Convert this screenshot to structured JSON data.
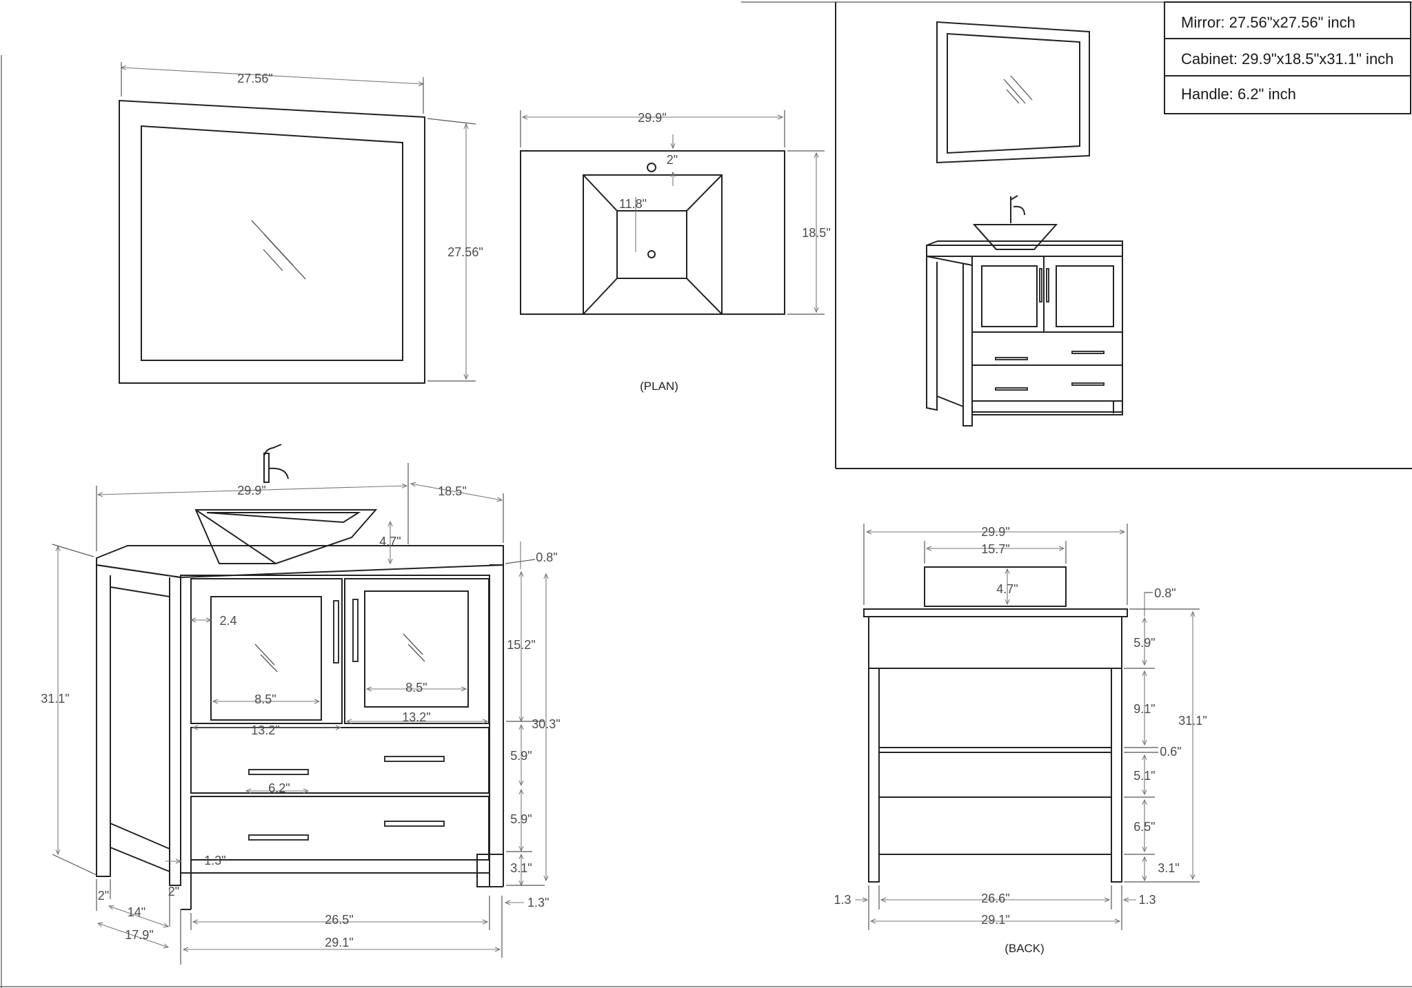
{
  "specs": {
    "mirror": "Mirror: 27.56\"x27.56\"  inch",
    "cabinet": "Cabinet: 29.9\"x18.5\"x31.1\"  inch",
    "handle": "Handle: 6.2\"  inch"
  },
  "captions": {
    "plan": "(PLAN)",
    "back": "(BACK)"
  },
  "mirror_view": {
    "width": "27.56\"",
    "height": "27.56\""
  },
  "plan_view": {
    "width": "29.9\"",
    "depth": "18.5\"",
    "faucet_offset": "2\"",
    "basin": "11.8\""
  },
  "front_view": {
    "top_width": "29.9\"",
    "top_depth": "18.5\"",
    "sink_height": "4.7\"",
    "top_thickness": "0.8\"",
    "door_inset": "2.4",
    "glass_width_left": "8.5\"",
    "glass_width_right": "8.5\"",
    "door_width_left": "13.2\"",
    "door_width_right": "13.2\"",
    "door_height": "15.2\"",
    "cabinet_height": "30.3\"",
    "total_height": "31.1\"",
    "drawer_top": "5.9\"",
    "drawer_bottom": "5.9\"",
    "handle_len": "6.2\"",
    "kick": "3.1\"",
    "leg": "1.3\"",
    "leg_side": "1.3\"",
    "inner_width": "26.5\"",
    "outer_width": "29.1\"",
    "side_2a": "2\"",
    "side_2b": "2\"",
    "side_14": "14\"",
    "side_depth": "17.9\""
  },
  "back_view": {
    "top_width": "29.9\"",
    "sink_width": "15.7\"",
    "sink_height": "4.7\"",
    "top_thickness": "0.8\"",
    "apron": "5.9\"",
    "open": "9.1\"",
    "shelf": "0.6\"",
    "panel_a": "5.1\"",
    "panel_b": "6.5\"",
    "kick": "3.1\"",
    "total_height": "31.1\"",
    "leg_left": "1.3",
    "leg_right": "1.3",
    "inner_width": "26.6\"",
    "outer_width": "29.1\""
  }
}
